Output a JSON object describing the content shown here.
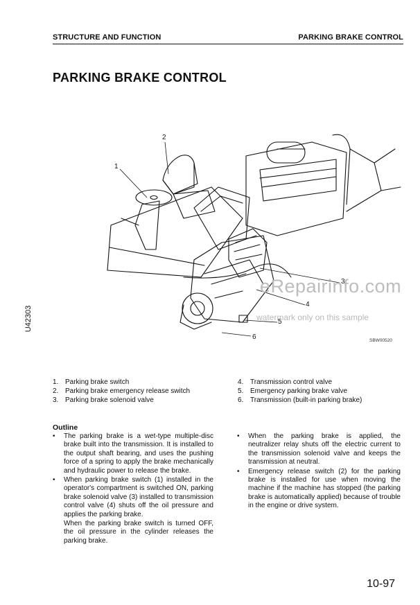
{
  "header": {
    "left": "STRUCTURE AND FUNCTION",
    "right": "PARKING BRAKE CONTROL"
  },
  "title": "PARKING BRAKE CONTROL",
  "side_code": "U42303",
  "figure": {
    "code": "SBW00520",
    "watermark_main": "eRepairinfo.com",
    "watermark_sub": "watermark only on this sample",
    "callouts": [
      "1",
      "2",
      "3",
      "4",
      "5",
      "6"
    ]
  },
  "parts_left": [
    {
      "num": "1.",
      "label": "Parking brake switch"
    },
    {
      "num": "2.",
      "label": "Parking brake emergency release switch"
    },
    {
      "num": "3.",
      "label": "Parking brake solenoid valve"
    }
  ],
  "parts_right": [
    {
      "num": "4.",
      "label": "Transmission control valve"
    },
    {
      "num": "5.",
      "label": "Emergency parking brake valve"
    },
    {
      "num": "6.",
      "label": "Transmission (built-in parking brake)"
    }
  ],
  "outline": {
    "heading": "Outline",
    "left_bullets": [
      "The parking brake is a wet-type multiple-disc brake built into the transmission. It is installed to the output shaft bearing, and uses the pushing force of a spring to apply the brake mechanically and hydraulic power to release the brake.",
      "When parking brake switch (1) installed in the operator's compartment is switched ON, parking brake solenoid valve (3) installed to transmission control valve (4) shuts off the oil pressure and applies the parking brake."
    ],
    "left_continuation": "When the parking brake switch is turned OFF, the oil pressure in the cylinder releases the parking brake.",
    "right_bullets": [
      "When the parking brake is applied, the neutralizer relay shuts off the electric current to the transmission solenoid valve and keeps the transmission at neutral.",
      "Emergency release switch (2) for the parking brake is installed for use when moving the machine if the machine has stopped (the parking brake is automatically applied) because of trouble in the engine or drive system."
    ]
  },
  "page_number": "10-97"
}
